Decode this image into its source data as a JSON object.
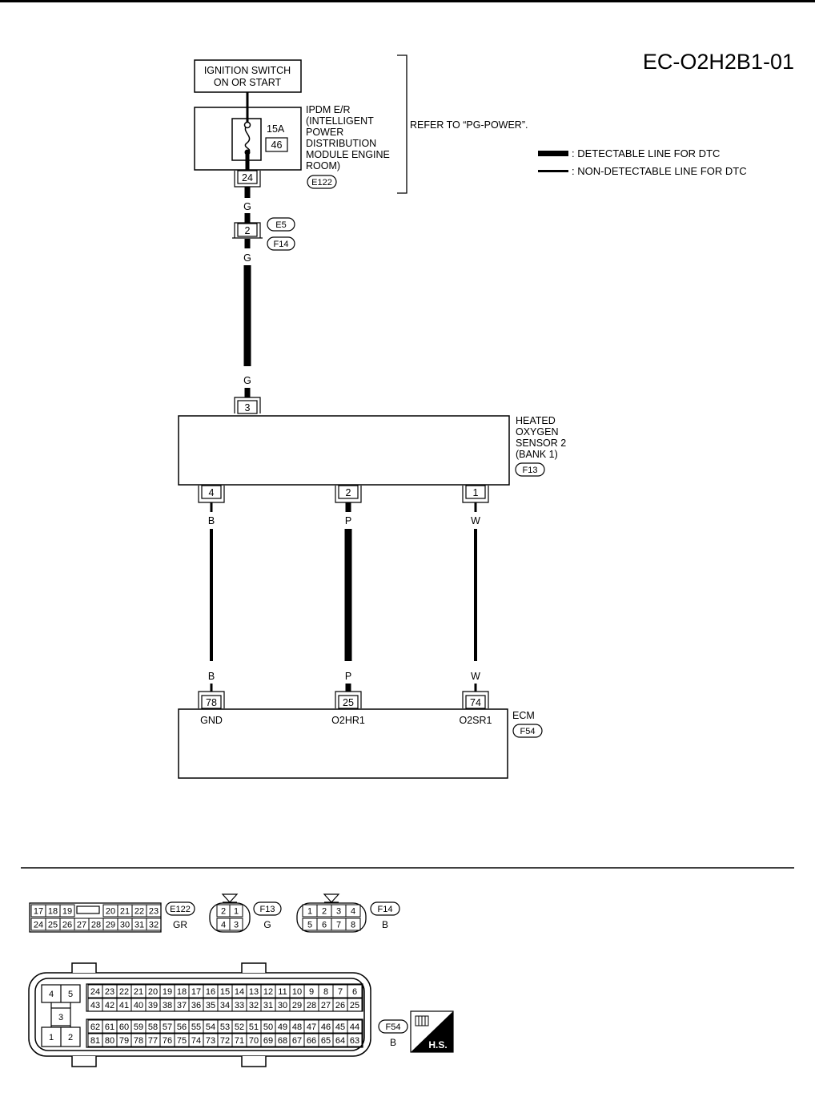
{
  "diagram_code": "EC-O2H2B1-01",
  "legend": {
    "detectable": ": DETECTABLE LINE FOR DTC",
    "non_detectable": ": NON-DETECTABLE LINE FOR DTC"
  },
  "ignition": {
    "line1": "IGNITION SWITCH",
    "line2": "ON OR START"
  },
  "ipdm": {
    "lines": [
      "IPDM E/R",
      "(INTELLIGENT",
      "POWER",
      "DISTRIBUTION",
      "MODULE ENGINE",
      "ROOM)"
    ],
    "fuse_amp": "15A",
    "fuse_num": "46",
    "terminal": "24",
    "connector": "E122",
    "refer": "REFER TO “PG-POWER”."
  },
  "joint": {
    "terminal": "2",
    "connector_top": "E5",
    "connector_bottom": "F14"
  },
  "wire_colors": {
    "g": "G",
    "b": "B",
    "p": "P",
    "w": "W"
  },
  "sensor": {
    "lines": [
      "HEATED",
      "OXYGEN",
      "SENSOR 2",
      "(BANK 1)"
    ],
    "connector": "F13",
    "term_top": "3",
    "term_b": "4",
    "term_p": "2",
    "term_w": "1"
  },
  "ecm": {
    "label": "ECM",
    "connector": "F54",
    "term_gnd": "78",
    "term_o2hr": "25",
    "term_o2sr": "74",
    "sig_gnd": "GND",
    "sig_o2hr": "O2HR1",
    "sig_o2sr": "O2SR1"
  },
  "connectors": {
    "e122": {
      "id": "E122",
      "color": "GR",
      "row1": [
        "17",
        "18",
        "19",
        "20",
        "21",
        "22",
        "23"
      ],
      "row2": [
        "24",
        "25",
        "26",
        "27",
        "28",
        "29",
        "30",
        "31",
        "32"
      ]
    },
    "f13": {
      "id": "F13",
      "color": "G",
      "top": [
        "2",
        "1"
      ],
      "bottom": [
        "4",
        "3"
      ]
    },
    "f14": {
      "id": "F14",
      "color": "B",
      "top": [
        "1",
        "2",
        "3",
        "4"
      ],
      "bottom": [
        "5",
        "6",
        "7",
        "8"
      ]
    },
    "f54": {
      "id": "F54",
      "color": "B",
      "left": [
        "4",
        "5",
        "3",
        "1",
        "2"
      ],
      "row1": [
        "24",
        "23",
        "22",
        "21",
        "20",
        "19",
        "18",
        "17",
        "16",
        "15",
        "14",
        "13",
        "12",
        "11",
        "10",
        "9",
        "8",
        "7",
        "6"
      ],
      "row2": [
        "43",
        "42",
        "41",
        "40",
        "39",
        "38",
        "37",
        "36",
        "35",
        "34",
        "33",
        "32",
        "31",
        "30",
        "29",
        "28",
        "27",
        "26",
        "25"
      ],
      "row3": [
        "62",
        "61",
        "60",
        "59",
        "58",
        "57",
        "56",
        "55",
        "54",
        "53",
        "52",
        "51",
        "50",
        "49",
        "48",
        "47",
        "46",
        "45",
        "44"
      ],
      "row4": [
        "81",
        "80",
        "79",
        "78",
        "77",
        "76",
        "75",
        "74",
        "73",
        "72",
        "71",
        "70",
        "69",
        "68",
        "67",
        "66",
        "65",
        "64",
        "63"
      ]
    },
    "hs_badge": "H.S."
  }
}
